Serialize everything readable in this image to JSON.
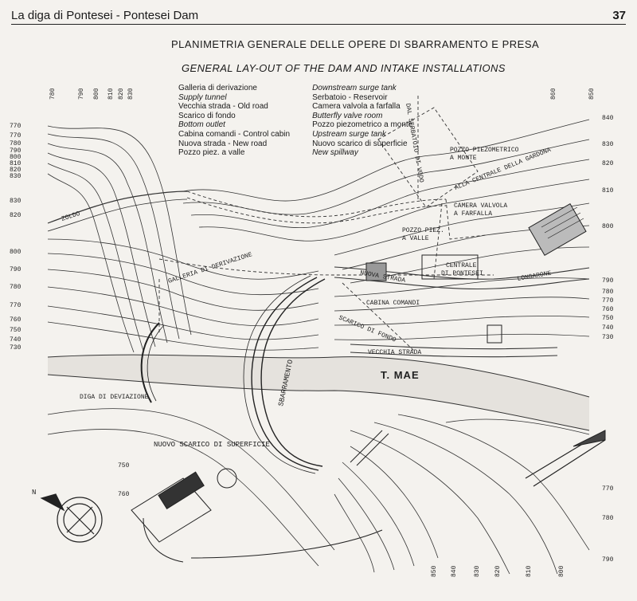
{
  "header": {
    "running_title": "La diga di Pontesei - Pontesei Dam",
    "page_number": "37"
  },
  "titles": {
    "it": "PLANIMETRIA GENERALE DELLE OPERE DI SBARRAMENTO E PRESA",
    "en": "GENERAL LAY-OUT OF THE DAM AND INTAKE INSTALLATIONS"
  },
  "legend": {
    "left": [
      {
        "text": "Galleria di derivazione",
        "style": "it"
      },
      {
        "text": "Supply tunnel",
        "style": "en"
      },
      {
        "text": "Vecchia strada - Old road",
        "style": "it"
      },
      {
        "text": "Scarico di fondo",
        "style": "it"
      },
      {
        "text": "Bottom outlet",
        "style": "en"
      },
      {
        "text": "Cabina comandi - Control cabin",
        "style": "it"
      },
      {
        "text": "Nuova strada - New road",
        "style": "it"
      },
      {
        "text": "Pozzo piez. a valle",
        "style": "it"
      }
    ],
    "right": [
      {
        "text": "Downstream surge tank",
        "style": "en"
      },
      {
        "text": "Serbatoio - Reservoir",
        "style": "it"
      },
      {
        "text": "Camera valvola a farfalla",
        "style": "it"
      },
      {
        "text": "Butterfly valve room",
        "style": "en"
      },
      {
        "text": "Pozzo piezometrico a monte",
        "style": "it"
      },
      {
        "text": "Upstream surge tank",
        "style": "en"
      },
      {
        "text": "Nuovo scarico di superficie",
        "style": "it"
      },
      {
        "text": "New spillway",
        "style": "en"
      }
    ]
  },
  "map": {
    "contours_top_left": [
      "780",
      "790",
      "800",
      "810",
      "820",
      "830"
    ],
    "contours_left": [
      "770",
      "770",
      "780",
      "790",
      "800",
      "810",
      "820",
      "830"
    ],
    "contours_left_mid": [
      "830",
      "820"
    ],
    "contours_left_low": [
      "800",
      "790",
      "780",
      "770",
      "760",
      "750",
      "740",
      "730"
    ],
    "contours_top_right": [
      "860",
      "850"
    ],
    "contours_right": [
      "840",
      "830",
      "820",
      "810",
      "800"
    ],
    "contours_right_low": [
      "790",
      "780",
      "770",
      "760",
      "750",
      "740",
      "730"
    ],
    "contours_bottom_right": [
      "770",
      "780",
      "790"
    ],
    "contours_bottom": [
      "850",
      "840",
      "830",
      "820",
      "810",
      "800"
    ],
    "spillway_contours": [
      "750",
      "760"
    ],
    "labels": {
      "zoldo": "ZOLDO",
      "galleria": "GALLERIA DI DERIVAZIONE",
      "serbatoio": "DAL SERBATOIO DI VODO",
      "alla_centrale": "ALLA CENTRALE DELLA GARDONA",
      "pozzo_monte_1": "POZZO PIEZOMETRICO",
      "pozzo_monte_2": "A MONTE",
      "camera_1": "CAMERA VALVOLA",
      "camera_2": "A FARFALLA",
      "pozzo_valle_1": "POZZO PIEZ.",
      "pozzo_valle_2": "A VALLE",
      "centrale_1": "CENTRALE",
      "centrale_2": "DI PONTESEI",
      "nuova_strada": "NUOVA STRADA",
      "longarone": "LONGARONE",
      "cabina": "CABINA COMANDI",
      "scarico_fondo": "SCARICO DI FONDO",
      "vecchia_strada": "VECCHIA STRADA",
      "river": "T. MAE",
      "sbarramento": "SBARRAMENTO",
      "diga_deviazione": "DIGA DI DEVIAZIONE",
      "nuovo_scarico": "NUOVO SCARICO DI SUPERFICIE",
      "north": "N"
    }
  }
}
